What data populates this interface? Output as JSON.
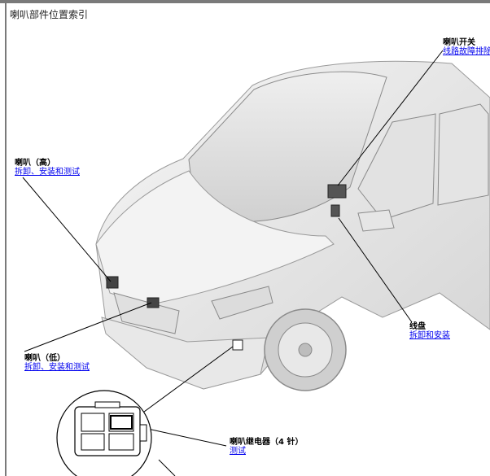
{
  "page": {
    "title": "喇叭部件位置索引"
  },
  "callouts": {
    "horn_switch": {
      "label": "喇叭开关",
      "link": "线路故障排除"
    },
    "horn_high": {
      "label": "喇叭（高）",
      "link": "拆卸、安装和测试"
    },
    "cable_reel": {
      "label": "线盘",
      "link": "拆卸和安装"
    },
    "horn_low": {
      "label": "喇叭（低）",
      "link": "拆卸、安装和测试"
    },
    "horn_relay": {
      "label": "喇叭继电器（4 针）",
      "link": "测试"
    }
  },
  "colors": {
    "link": "#0000ee",
    "frame": "#7a7a7a"
  }
}
